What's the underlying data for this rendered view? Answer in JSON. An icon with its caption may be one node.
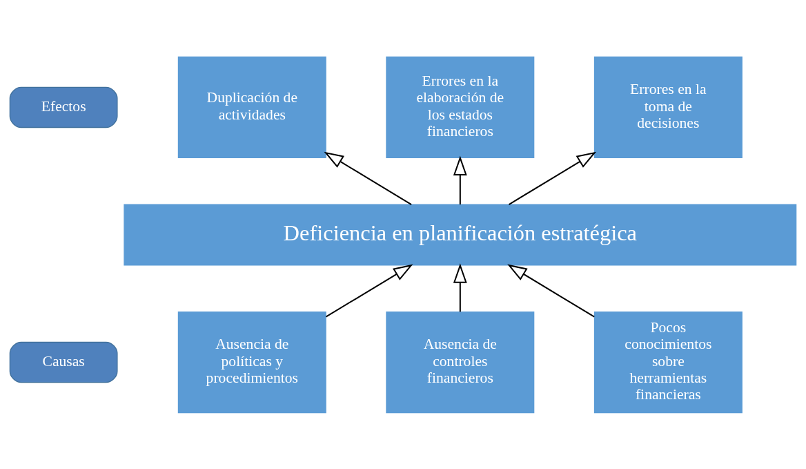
{
  "diagram": {
    "nodes": [
      {
        "text": [
          "Efectos"
        ]
      },
      {
        "text": [
          "Duplicación de actividades"
        ]
      },
      {
        "text": [
          "Errores en la elaboración de los estados financieros"
        ]
      },
      {
        "text": [
          "Errores en la toma de decisiones"
        ]
      },
      {
        "text": [
          "Deficiencia en planificación estratégica"
        ]
      },
      {
        "text": [
          "Causas"
        ]
      },
      {
        "text": [
          "Ausencia de políticas y procedimientos"
        ]
      },
      {
        "text": [
          "Ausencia de controles financieros"
        ]
      },
      {
        "text": [
          "Pocos conocimientos sobre herramientas financieras"
        ]
      }
    ],
    "edges": [
      {
        "from": 4,
        "to": 1,
        "arrow": "to"
      },
      {
        "from": 4,
        "to": 2,
        "arrow": "to"
      },
      {
        "from": 4,
        "to": 3,
        "arrow": "to"
      },
      {
        "from": 6,
        "to": 4,
        "arrow": "to"
      },
      {
        "from": 7,
        "to": 4,
        "arrow": "to"
      },
      {
        "from": 8,
        "to": 4,
        "arrow": "to"
      }
    ]
  }
}
